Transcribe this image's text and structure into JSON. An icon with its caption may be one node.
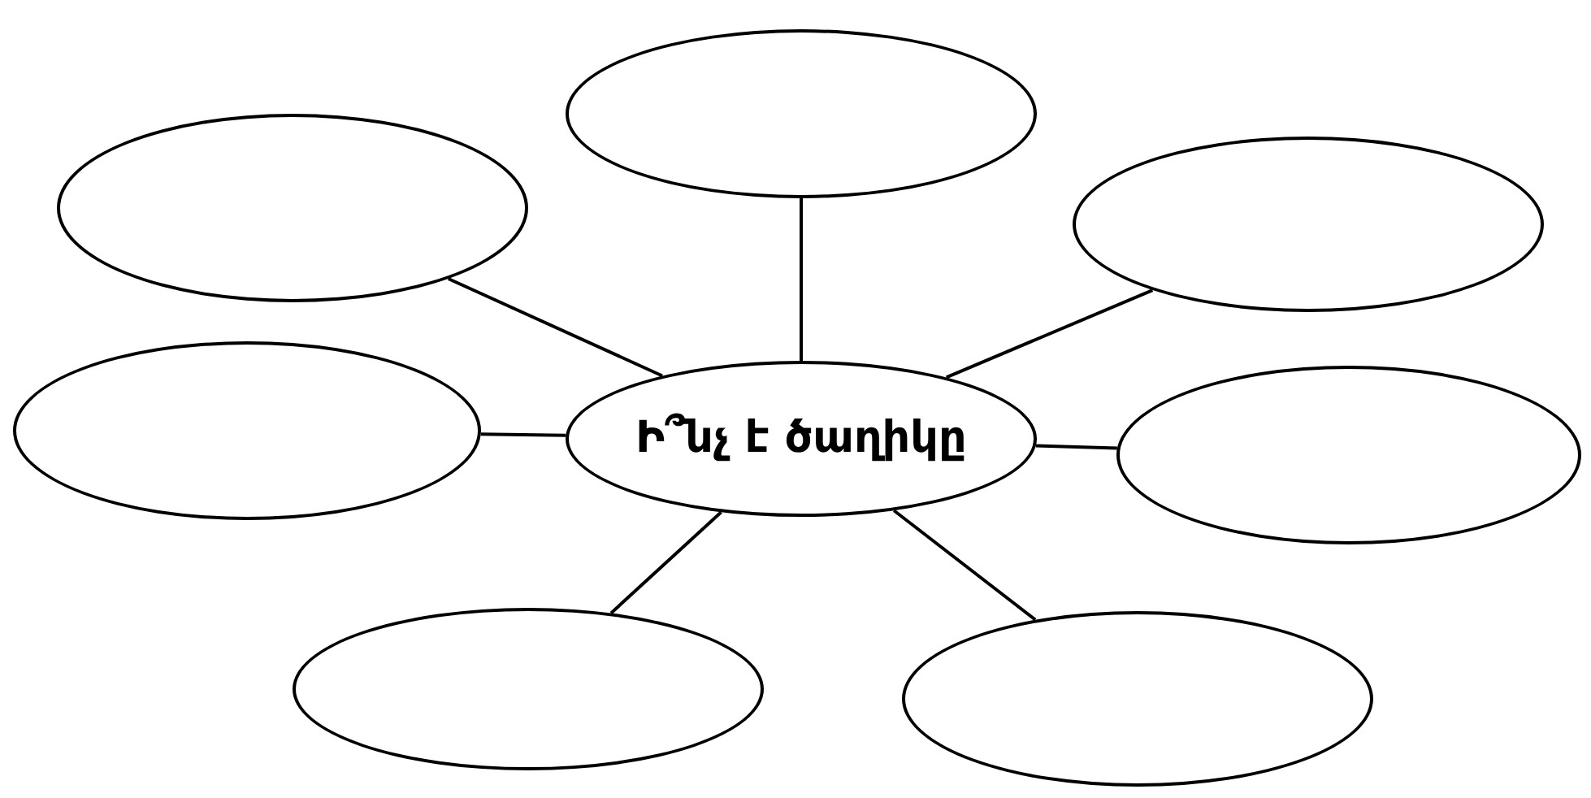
{
  "diagram": {
    "nodes": [
      {
        "text": [
          "Ի՞նչ է ծաղիկը"
        ]
      },
      {
        "text": [],
        "shape": "ellipse"
      },
      {
        "text": [],
        "shape": "ellipse"
      },
      {
        "text": [],
        "shape": "ellipse"
      },
      {
        "text": [],
        "shape": "ellipse"
      },
      {
        "text": [],
        "shape": "ellipse"
      },
      {
        "text": [],
        "shape": "ellipse"
      },
      {
        "text": [],
        "shape": "ellipse"
      }
    ],
    "edges": [
      {
        "from": 0,
        "to": 1,
        "arrow": "none"
      },
      {
        "from": 0,
        "to": 2,
        "arrow": "none"
      },
      {
        "from": 0,
        "to": 3,
        "arrow": "none"
      },
      {
        "from": 0,
        "to": 4,
        "arrow": "none"
      },
      {
        "from": 0,
        "to": 5,
        "arrow": "none"
      },
      {
        "from": 0,
        "to": 6,
        "arrow": "none"
      },
      {
        "from": 0,
        "to": 7,
        "arrow": "none"
      }
    ]
  }
}
